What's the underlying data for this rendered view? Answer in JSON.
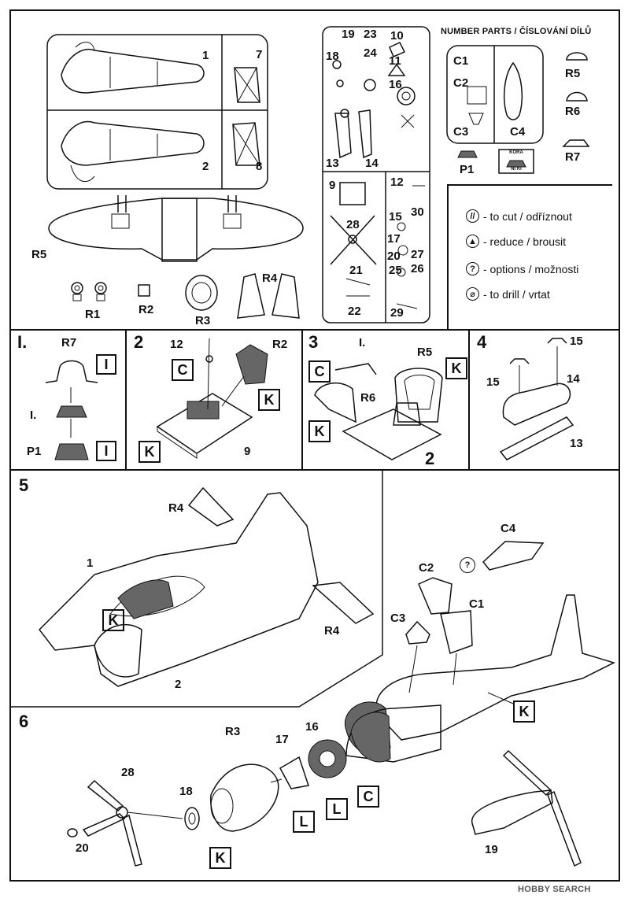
{
  "header": {
    "title": "NUMBER PARTS / ČÍSLOVÁNÍ DÍLŮ"
  },
  "legend": [
    {
      "icon": "cut-icon",
      "glyph": "//",
      "text": "- to cut / odříznout"
    },
    {
      "icon": "reduce-icon",
      "glyph": "▲",
      "text": "- reduce / brousit"
    },
    {
      "icon": "options-icon",
      "glyph": "?",
      "text": "- options / možnosti"
    },
    {
      "icon": "drill-icon",
      "glyph": "⌀",
      "text": "- to drill / vrtat"
    }
  ],
  "sprue_main": {
    "parts": [
      "1",
      "7",
      "2",
      "8",
      "R5",
      "R1",
      "R2",
      "R3",
      "R4"
    ]
  },
  "sprue_small": {
    "parts": [
      "19",
      "23",
      "10",
      "18",
      "24",
      "11",
      "16",
      "13",
      "14",
      "9",
      "12",
      "30",
      "15",
      "28",
      "17",
      "27",
      "20",
      "21",
      "25",
      "26",
      "22",
      "29"
    ]
  },
  "clear_parts": {
    "parts": [
      "C1",
      "C2",
      "C3",
      "C4"
    ]
  },
  "resin_parts": {
    "parts": [
      "R5",
      "R6",
      "R7"
    ]
  },
  "pe_parts": {
    "p1": "P1",
    "fret_label_top": "KORA",
    "fret_label_bottom": "Ni KI"
  },
  "steps": {
    "s1": {
      "num": "I.",
      "labels": [
        "R7",
        "I.",
        "P1"
      ],
      "boxes": [
        "I",
        "I"
      ]
    },
    "s2": {
      "num": "2",
      "labels": [
        "12",
        "R2",
        "9"
      ],
      "boxes": [
        "C",
        "K",
        "K"
      ]
    },
    "s3": {
      "num": "3",
      "labels": [
        "I.",
        "R5",
        "R6",
        "2"
      ],
      "boxes": [
        "C",
        "K",
        "K"
      ]
    },
    "s4": {
      "num": "4",
      "labels": [
        "15",
        "14",
        "15",
        "13"
      ]
    },
    "s5": {
      "num": "5",
      "labels": [
        "R4",
        "1",
        "R4",
        "2",
        "C4",
        "C2",
        "C1",
        "C3"
      ],
      "boxes": [
        "K",
        "K"
      ]
    },
    "s6": {
      "num": "6",
      "labels": [
        "16",
        "R3",
        "17",
        "28",
        "18",
        "20",
        "19"
      ],
      "boxes": [
        "L",
        "L",
        "C",
        "K"
      ]
    }
  },
  "watermark": "HOBBY SEARCH"
}
